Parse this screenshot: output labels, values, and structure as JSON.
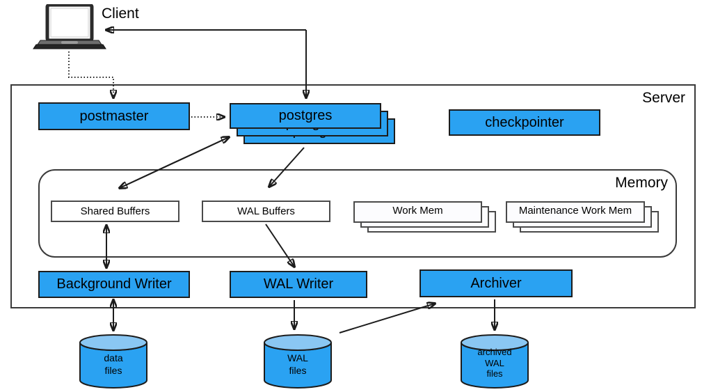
{
  "diagram": {
    "labels": {
      "client": "Client",
      "server": "Server",
      "memory": "Memory"
    },
    "processes": {
      "postmaster": "postmaster",
      "postgres": "postgres",
      "checkpointer": "checkpointer",
      "background_writer": "Background Writer",
      "wal_writer": "WAL Writer",
      "archiver": "Archiver"
    },
    "memory_areas": {
      "shared_buffers": "Shared Buffers",
      "wal_buffers": "WAL Buffers",
      "work_mem": "Work Mem",
      "maintenance_work_mem": "Maintenance Work Mem"
    },
    "storage": {
      "data_files": "data\nfiles",
      "wal_files": "WAL\nfiles",
      "archived_wal_files": "archived\nWAL\nfiles"
    },
    "connections": [
      {
        "from": "postgres",
        "to": "Client",
        "style": "solid",
        "bidirectional": true
      },
      {
        "from": "Client",
        "to": "postmaster",
        "style": "dotted",
        "bidirectional": false
      },
      {
        "from": "postmaster",
        "to": "postgres",
        "style": "dotted",
        "bidirectional": false
      },
      {
        "from": "postgres",
        "to": "Shared Buffers",
        "style": "solid",
        "bidirectional": true
      },
      {
        "from": "postgres",
        "to": "WAL Buffers",
        "style": "solid",
        "bidirectional": false
      },
      {
        "from": "Shared Buffers",
        "to": "Background Writer",
        "style": "solid",
        "bidirectional": true
      },
      {
        "from": "WAL Buffers",
        "to": "WAL Writer",
        "style": "solid",
        "bidirectional": false
      },
      {
        "from": "Background Writer",
        "to": "data files",
        "style": "solid",
        "bidirectional": true
      },
      {
        "from": "WAL Writer",
        "to": "WAL files",
        "style": "solid",
        "bidirectional": false
      },
      {
        "from": "WAL files",
        "to": "Archiver",
        "style": "solid",
        "bidirectional": false
      },
      {
        "from": "Archiver",
        "to": "archived WAL files",
        "style": "solid",
        "bidirectional": false
      }
    ],
    "colors": {
      "process_fill": "#2AA2F2",
      "cylinder_top": "#8AC7F3",
      "outline": "#1C1C1C",
      "memory_area_fill": "#FCFCFE"
    }
  }
}
